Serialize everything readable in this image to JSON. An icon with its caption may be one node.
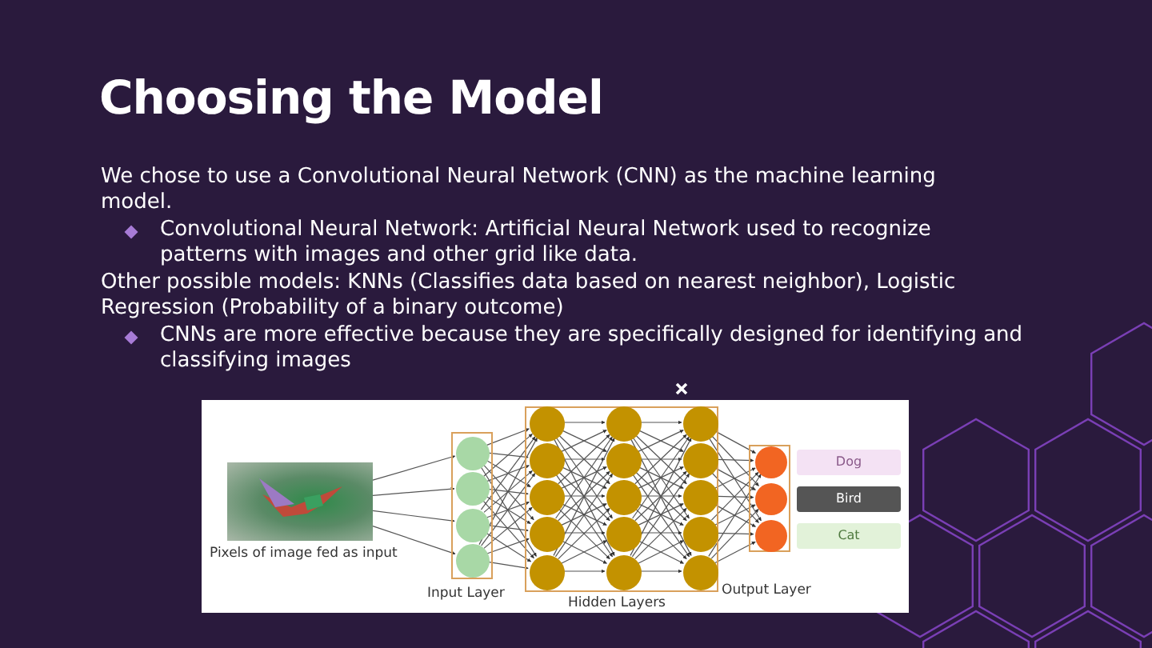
{
  "diagram": {
    "title": "Choosing the Model",
    "nodes": [
      {
        "text": [],
        "shape": "picture",
        "beside": [
          "Pixels of image fed as input"
        ]
      },
      {
        "text": [
          "Input Layer"
        ]
      },
      {
        "text": [],
        "shape": "circle",
        "in": 1
      },
      {
        "text": [],
        "shape": "circle",
        "in": 1
      },
      {
        "text": [],
        "shape": "circle",
        "in": 1
      },
      {
        "text": [],
        "shape": "circle",
        "in": 1
      },
      {
        "text": [
          "Hidden Layers"
        ]
      },
      {
        "text": [],
        "shape": "circle",
        "in": 6
      },
      {
        "text": [],
        "shape": "circle",
        "in": 6
      },
      {
        "text": [],
        "shape": "circle",
        "in": 6
      },
      {
        "text": [],
        "shape": "circle",
        "in": 6
      },
      {
        "text": [],
        "shape": "circle",
        "in": 6
      },
      {
        "text": [],
        "shape": "circle",
        "in": 6
      },
      {
        "text": [],
        "shape": "circle",
        "in": 6
      },
      {
        "text": [],
        "shape": "circle",
        "in": 6
      },
      {
        "text": [],
        "shape": "circle",
        "in": 6
      },
      {
        "text": [],
        "shape": "circle",
        "in": 6
      },
      {
        "text": [],
        "shape": "circle",
        "in": 6
      },
      {
        "text": [],
        "shape": "circle",
        "in": 6
      },
      {
        "text": [],
        "shape": "circle",
        "in": 6
      },
      {
        "text": [],
        "shape": "circle",
        "in": 6
      },
      {
        "text": [],
        "shape": "circle",
        "in": 6
      },
      {
        "text": [
          "Output Layer"
        ]
      },
      {
        "text": [],
        "shape": "circle",
        "in": 22
      },
      {
        "text": [],
        "shape": "circle",
        "in": 22
      },
      {
        "text": [],
        "shape": "circle",
        "in": 22
      },
      {
        "text": [
          "Dog"
        ]
      },
      {
        "text": [
          "Bird"
        ]
      },
      {
        "text": [
          "Cat"
        ]
      }
    ],
    "edges": [
      {
        "from": 0,
        "to": 2,
        "arrow": "to"
      },
      {
        "from": 0,
        "to": 3,
        "arrow": "to"
      },
      {
        "from": 0,
        "to": 4,
        "arrow": "to"
      },
      {
        "from": 0,
        "to": 5,
        "arrow": "to"
      },
      {
        "from": 2,
        "to": 7,
        "arrow": "to"
      },
      {
        "from": 2,
        "to": 8,
        "arrow": "to"
      },
      {
        "from": 2,
        "to": 9,
        "arrow": "to"
      },
      {
        "from": 2,
        "to": 10,
        "arrow": "to"
      },
      {
        "from": 2,
        "to": 11,
        "arrow": "to"
      },
      {
        "from": 3,
        "to": 7,
        "arrow": "to"
      },
      {
        "from": 3,
        "to": 8,
        "arrow": "to"
      },
      {
        "from": 3,
        "to": 9,
        "arrow": "to"
      },
      {
        "from": 3,
        "to": 10,
        "arrow": "to"
      },
      {
        "from": 3,
        "to": 11,
        "arrow": "to"
      },
      {
        "from": 4,
        "to": 7,
        "arrow": "to"
      },
      {
        "from": 4,
        "to": 8,
        "arrow": "to"
      },
      {
        "from": 4,
        "to": 9,
        "arrow": "to"
      },
      {
        "from": 4,
        "to": 10,
        "arrow": "to"
      },
      {
        "from": 4,
        "to": 11,
        "arrow": "to"
      },
      {
        "from": 5,
        "to": 7,
        "arrow": "to"
      },
      {
        "from": 5,
        "to": 8,
        "arrow": "to"
      },
      {
        "from": 5,
        "to": 9,
        "arrow": "to"
      },
      {
        "from": 5,
        "to": 10,
        "arrow": "to"
      },
      {
        "from": 5,
        "to": 11,
        "arrow": "to"
      },
      {
        "from": 7,
        "to": 12,
        "arrow": "to"
      },
      {
        "from": 7,
        "to": 13,
        "arrow": "to"
      },
      {
        "from": 7,
        "to": 14,
        "arrow": "to"
      },
      {
        "from": 7,
        "to": 15,
        "arrow": "to"
      },
      {
        "from": 7,
        "to": 16,
        "arrow": "to"
      },
      {
        "from": 8,
        "to": 12,
        "arrow": "to"
      },
      {
        "from": 8,
        "to": 13,
        "arrow": "to"
      },
      {
        "from": 8,
        "to": 14,
        "arrow": "to"
      },
      {
        "from": 8,
        "to": 15,
        "arrow": "to"
      },
      {
        "from": 8,
        "to": 16,
        "arrow": "to"
      },
      {
        "from": 9,
        "to": 12,
        "arrow": "to"
      },
      {
        "from": 9,
        "to": 13,
        "arrow": "to"
      },
      {
        "from": 9,
        "to": 14,
        "arrow": "to"
      },
      {
        "from": 9,
        "to": 15,
        "arrow": "to"
      },
      {
        "from": 9,
        "to": 16,
        "arrow": "to"
      },
      {
        "from": 10,
        "to": 12,
        "arrow": "to"
      },
      {
        "from": 10,
        "to": 13,
        "arrow": "to"
      },
      {
        "from": 10,
        "to": 14,
        "arrow": "to"
      },
      {
        "from": 10,
        "to": 15,
        "arrow": "to"
      },
      {
        "from": 10,
        "to": 16,
        "arrow": "to"
      },
      {
        "from": 11,
        "to": 12,
        "arrow": "to"
      },
      {
        "from": 11,
        "to": 13,
        "arrow": "to"
      },
      {
        "from": 11,
        "to": 14,
        "arrow": "to"
      },
      {
        "from": 11,
        "to": 15,
        "arrow": "to"
      },
      {
        "from": 11,
        "to": 16,
        "arrow": "to"
      },
      {
        "from": 12,
        "to": 17,
        "arrow": "to"
      },
      {
        "from": 12,
        "to": 18,
        "arrow": "to"
      },
      {
        "from": 12,
        "to": 19,
        "arrow": "to"
      },
      {
        "from": 12,
        "to": 20,
        "arrow": "to"
      },
      {
        "from": 12,
        "to": 21,
        "arrow": "to"
      },
      {
        "from": 13,
        "to": 17,
        "arrow": "to"
      },
      {
        "from": 13,
        "to": 18,
        "arrow": "to"
      },
      {
        "from": 13,
        "to": 19,
        "arrow": "to"
      },
      {
        "from": 13,
        "to": 20,
        "arrow": "to"
      },
      {
        "from": 13,
        "to": 21,
        "arrow": "to"
      },
      {
        "from": 14,
        "to": 17,
        "arrow": "to"
      },
      {
        "from": 14,
        "to": 18,
        "arrow": "to"
      },
      {
        "from": 14,
        "to": 19,
        "arrow": "to"
      },
      {
        "from": 14,
        "to": 20,
        "arrow": "to"
      },
      {
        "from": 14,
        "to": 21,
        "arrow": "to"
      },
      {
        "from": 15,
        "to": 17,
        "arrow": "to"
      },
      {
        "from": 15,
        "to": 18,
        "arrow": "to"
      },
      {
        "from": 15,
        "to": 19,
        "arrow": "to"
      },
      {
        "from": 15,
        "to": 20,
        "arrow": "to"
      },
      {
        "from": 15,
        "to": 21,
        "arrow": "to"
      },
      {
        "from": 16,
        "to": 17,
        "arrow": "to"
      },
      {
        "from": 16,
        "to": 18,
        "arrow": "to"
      },
      {
        "from": 16,
        "to": 19,
        "arrow": "to"
      },
      {
        "from": 16,
        "to": 20,
        "arrow": "to"
      },
      {
        "from": 16,
        "to": 21,
        "arrow": "to"
      },
      {
        "from": 17,
        "to": 23,
        "arrow": "to"
      },
      {
        "from": 17,
        "to": 24,
        "arrow": "to"
      },
      {
        "from": 17,
        "to": 25,
        "arrow": "to"
      },
      {
        "from": 18,
        "to": 23,
        "arrow": "to"
      },
      {
        "from": 18,
        "to": 24,
        "arrow": "to"
      },
      {
        "from": 18,
        "to": 25,
        "arrow": "to"
      },
      {
        "from": 19,
        "to": 23,
        "arrow": "to"
      },
      {
        "from": 19,
        "to": 24,
        "arrow": "to"
      },
      {
        "from": 19,
        "to": 25,
        "arrow": "to"
      },
      {
        "from": 20,
        "to": 23,
        "arrow": "to"
      },
      {
        "from": 20,
        "to": 24,
        "arrow": "to"
      },
      {
        "from": 20,
        "to": 25,
        "arrow": "to"
      },
      {
        "from": 21,
        "to": 23,
        "arrow": "to"
      },
      {
        "from": 21,
        "to": 24,
        "arrow": "to"
      },
      {
        "from": 21,
        "to": 25,
        "arrow": "to"
      }
    ],
    "labels": [
      "We chose to use a Convolutional Neural Network (CNN) as the machine learning model.",
      "Convolutional Neural Network: Artificial Neural Network used to recognize patterns with images and other grid like data.",
      "Other possible models: KNNs (Classifies data based on nearest neighbor), Logistic Regression (Probability of a binary outcome)",
      "CNNs are more effective because they are specifically designed for identifying and classifying images"
    ]
  }
}
